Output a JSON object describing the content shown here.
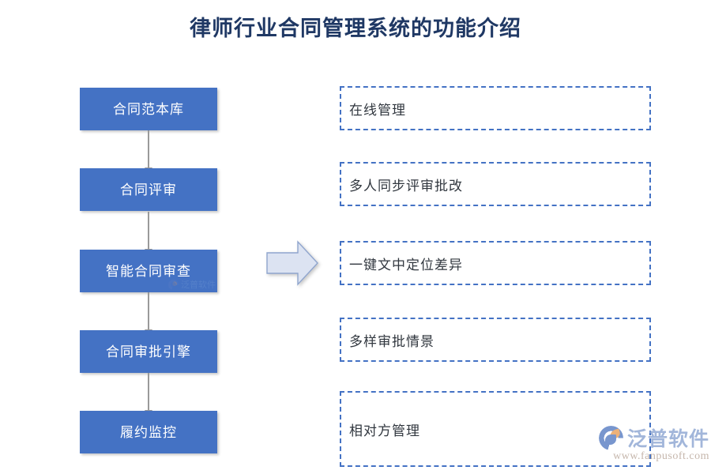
{
  "page": {
    "title": "律师行业合同管理系统的功能介绍",
    "background_color": "#FFFFFF"
  },
  "colors": {
    "title_text": "#1F3864",
    "flow_box_fill": "#4472C4",
    "flow_box_text": "#FFFFFF",
    "dashed_border": "#4472C4",
    "dashed_text": "#31373F",
    "connector": "#9A9A9A",
    "arrow_fill": "#DCE3F2",
    "arrow_border": "#8FA5CE"
  },
  "flow": {
    "steps": [
      {
        "label": "合同范本库"
      },
      {
        "label": "合同评审"
      },
      {
        "label": "智能合同审查"
      },
      {
        "label": "合同审批引擎"
      },
      {
        "label": "履约监控"
      }
    ],
    "connector_count": 4
  },
  "arrow": {
    "icon": "right-block-arrow-icon",
    "direction": "right"
  },
  "features": {
    "items": [
      {
        "label": "在线管理"
      },
      {
        "label": "多人同步评审批改"
      },
      {
        "label": "一键文中定位差异"
      },
      {
        "label": "多样审批情景"
      },
      {
        "label": "相对方管理"
      }
    ]
  },
  "watermarks": {
    "corner": {
      "brand": "泛普软件",
      "url": "www.fanpusoft.com",
      "logo": "fanpu-logo-icon"
    },
    "inline": {
      "brand": "泛普软件",
      "logo": "fanpu-logo-icon"
    }
  }
}
